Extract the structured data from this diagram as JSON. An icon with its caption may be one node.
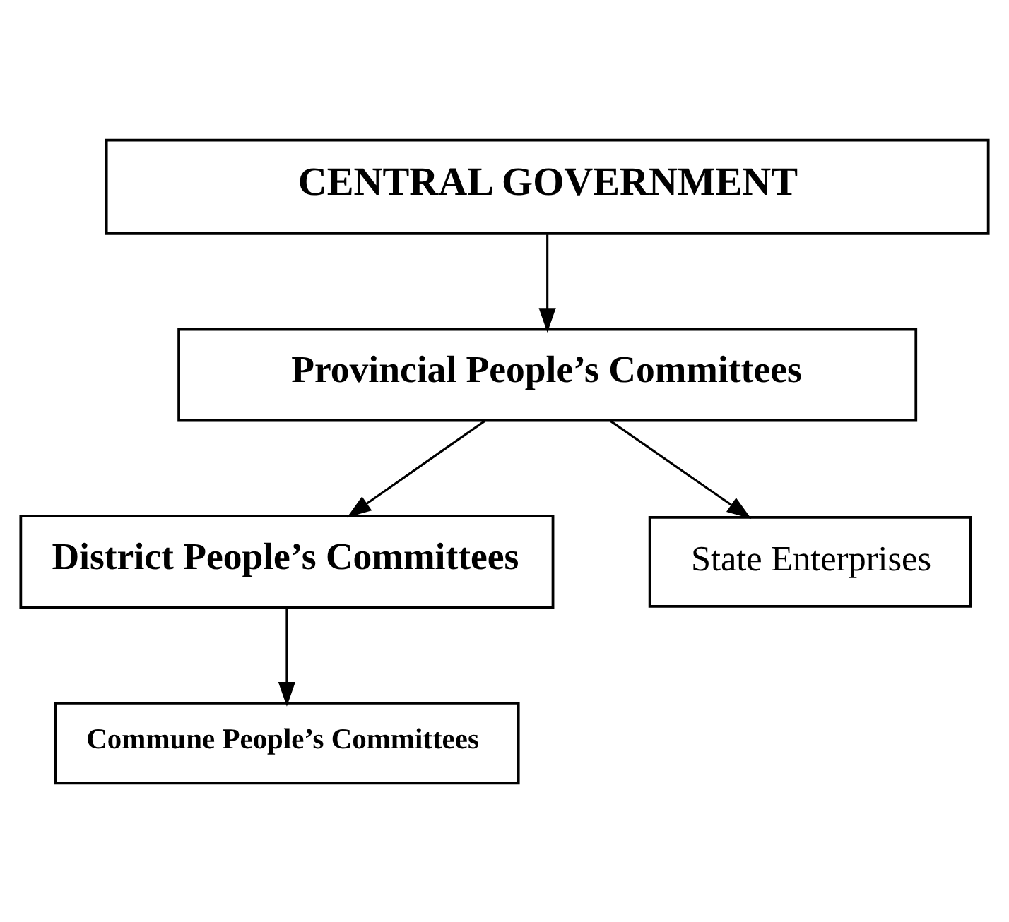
{
  "diagram": {
    "nodes": [
      {
        "text": [
          "CENTRAL GOVERNMENT"
        ]
      },
      {
        "text": [
          "Provincial People’s Committees"
        ]
      },
      {
        "text": [
          "District People’s Committees"
        ]
      },
      {
        "text": [
          "State Enterprises"
        ]
      },
      {
        "text": [
          "Commune People’s Committees"
        ]
      }
    ],
    "edges": [
      {
        "from": 0,
        "to": 1,
        "arrow": "to"
      },
      {
        "from": 1,
        "to": 2,
        "arrow": "to"
      },
      {
        "from": 1,
        "to": 3,
        "arrow": "to"
      },
      {
        "from": 2,
        "to": 4,
        "arrow": "to"
      }
    ]
  }
}
